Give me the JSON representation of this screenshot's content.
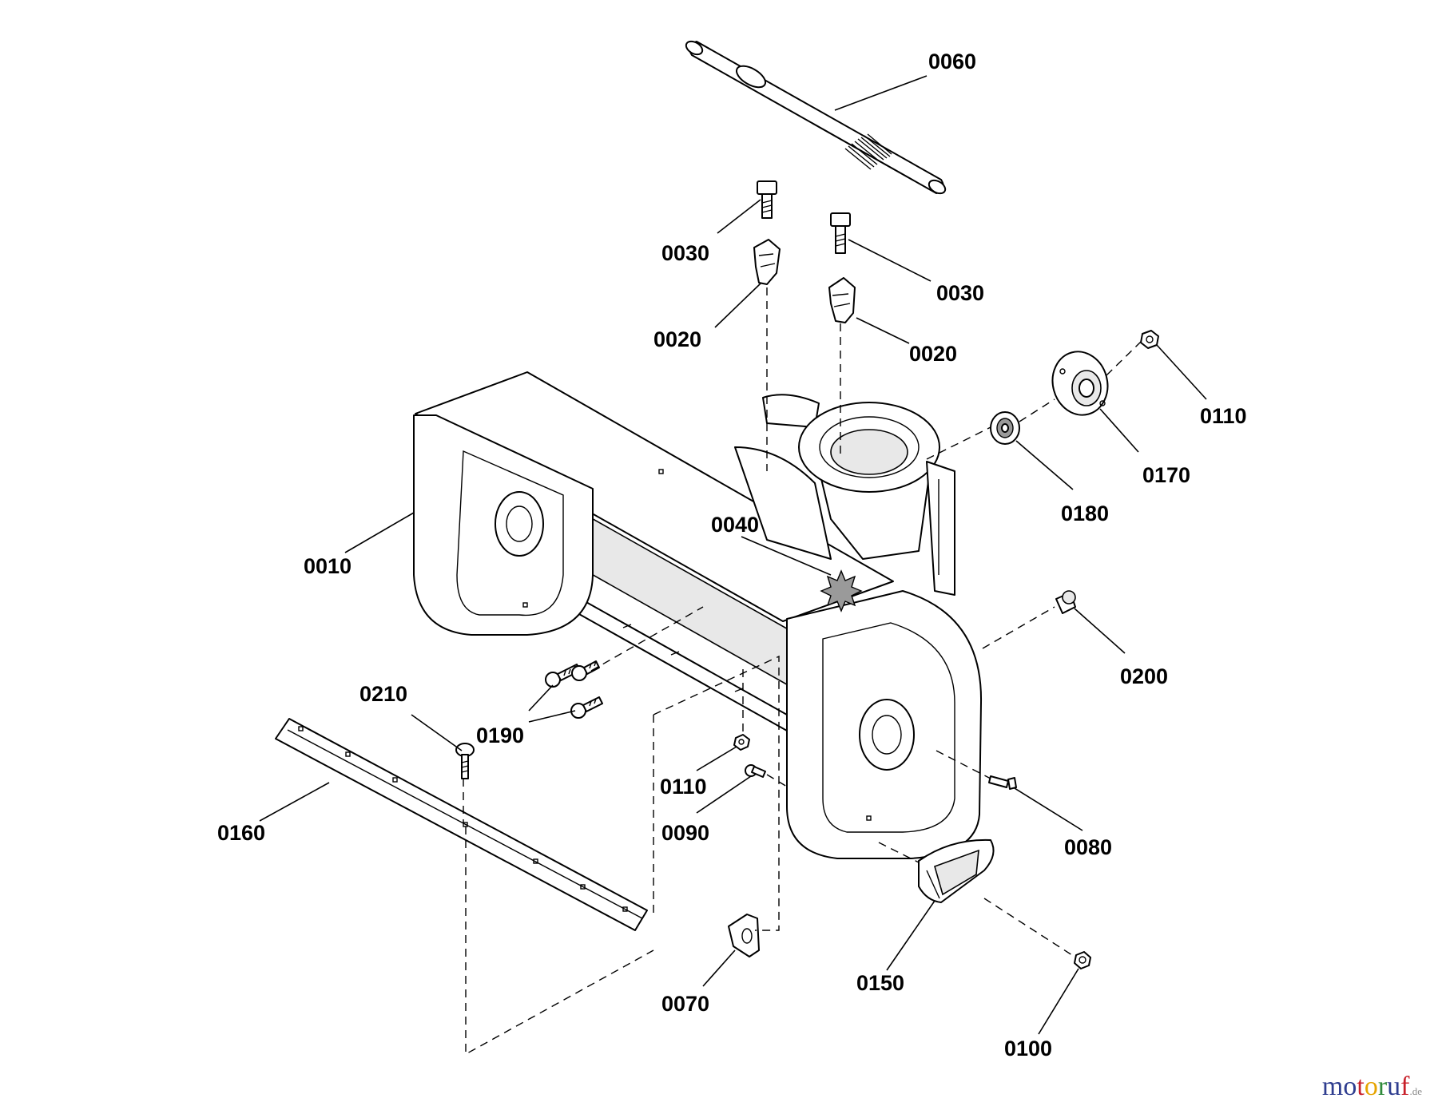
{
  "diagram": {
    "title": "Auger housing exploded parts diagram",
    "labels": {
      "p0010": "0010",
      "p0020a": "0020",
      "p0020b": "0020",
      "p0030a": "0030",
      "p0030b": "0030",
      "p0040": "0040",
      "p0060": "0060",
      "p0070": "0070",
      "p0080": "0080",
      "p0090": "0090",
      "p0100": "0100",
      "p0110a": "0110",
      "p0110b": "0110",
      "p0150": "0150",
      "p0160": "0160",
      "p0170": "0170",
      "p0180": "0180",
      "p0190": "0190",
      "p0200": "0200",
      "p0210": "0210"
    }
  },
  "watermark": {
    "letters": [
      "m",
      "o",
      "t",
      "o",
      "r",
      "u",
      "f"
    ],
    "colors": [
      "#2e3d8f",
      "#2e3d8f",
      "#c8202a",
      "#e6a400",
      "#2f8a3a",
      "#2e3d8f",
      "#c8202a"
    ],
    "tld": ".de"
  }
}
